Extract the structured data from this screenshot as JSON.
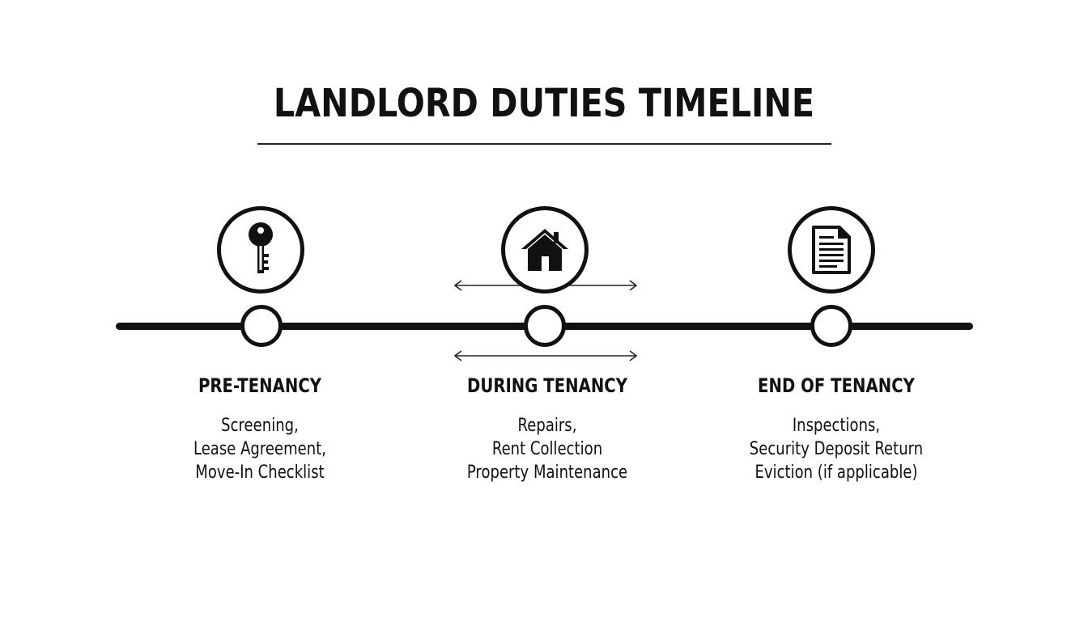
{
  "title": "LANDLORD DUTIES TIMELINE",
  "stages": [
    {
      "icon": "key-icon",
      "heading": "PRE-TENANCY",
      "lines": [
        "Screening,",
        "Lease Agreement,",
        "Move-In Checklist"
      ]
    },
    {
      "icon": "house-icon",
      "heading": "DURING TENANCY",
      "lines": [
        "Repairs,",
        "Rent Collection",
        "Property Maintenance"
      ]
    },
    {
      "icon": "document-icon",
      "heading": "END OF TENANCY",
      "lines": [
        "Inspections,",
        "Security Deposit Return",
        "Eviction (if applicable)"
      ]
    }
  ]
}
